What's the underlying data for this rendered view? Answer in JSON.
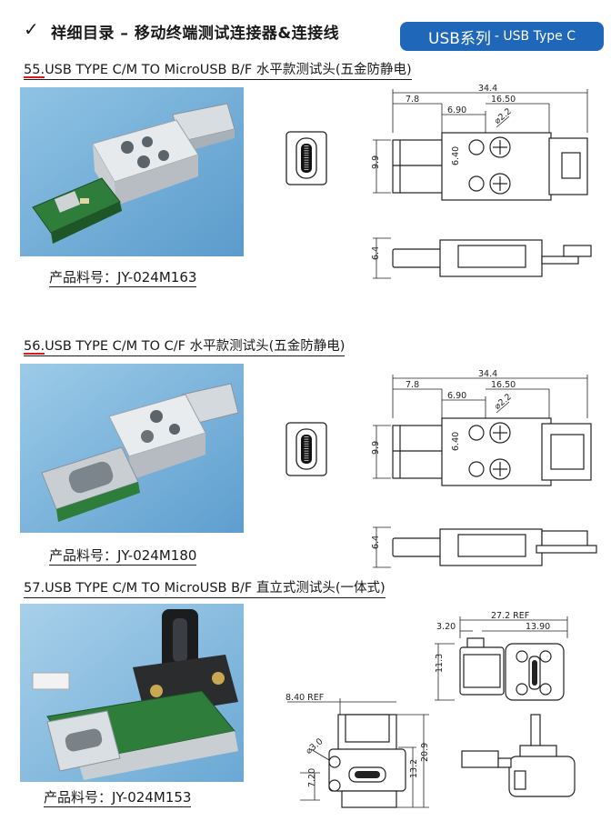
{
  "header": {
    "title": "祥细目录 – 移动终端测试连接器&连接线",
    "badge_main": "USB系列",
    "badge_sub": "- USB Type C",
    "check_icon": "✓"
  },
  "sections": [
    {
      "number": "55.",
      "title": "USB TYPE C/M TO MicroUSB B/F 水平款测试头(五金防静电)",
      "part_label": "产品料号：JY-024M163",
      "dims": {
        "overall": "34.4",
        "a": "7.8",
        "b": "16.50",
        "c": "6.90",
        "hole": "⌀2.2",
        "h": "9.9",
        "pitch": "6.40",
        "side": "6.4"
      }
    },
    {
      "number": "56.",
      "title": "USB TYPE C/M TO C/F 水平款测试头(五金防静电)",
      "part_label": "产品料号：JY-024M180",
      "dims": {
        "overall": "34.4",
        "a": "7.8",
        "b": "16.50",
        "c": "6.90",
        "hole": "⌀2.2",
        "h": "9.9",
        "pitch": "6.40",
        "side": "6.4"
      }
    },
    {
      "number": "57.",
      "title": "USB TYPE C/M TO MicroUSB B/F 直立式测试头(一体式)",
      "part_label": "产品料号：JY-024M153",
      "dims": {
        "overall": "27.2 REF",
        "a": "3.20",
        "b": "13.90",
        "h": "11.3",
        "ref": "8.40 REF",
        "hole": "⌀3.0",
        "v1": "7.20",
        "v2": "13.2",
        "v3": "20.9"
      }
    }
  ]
}
